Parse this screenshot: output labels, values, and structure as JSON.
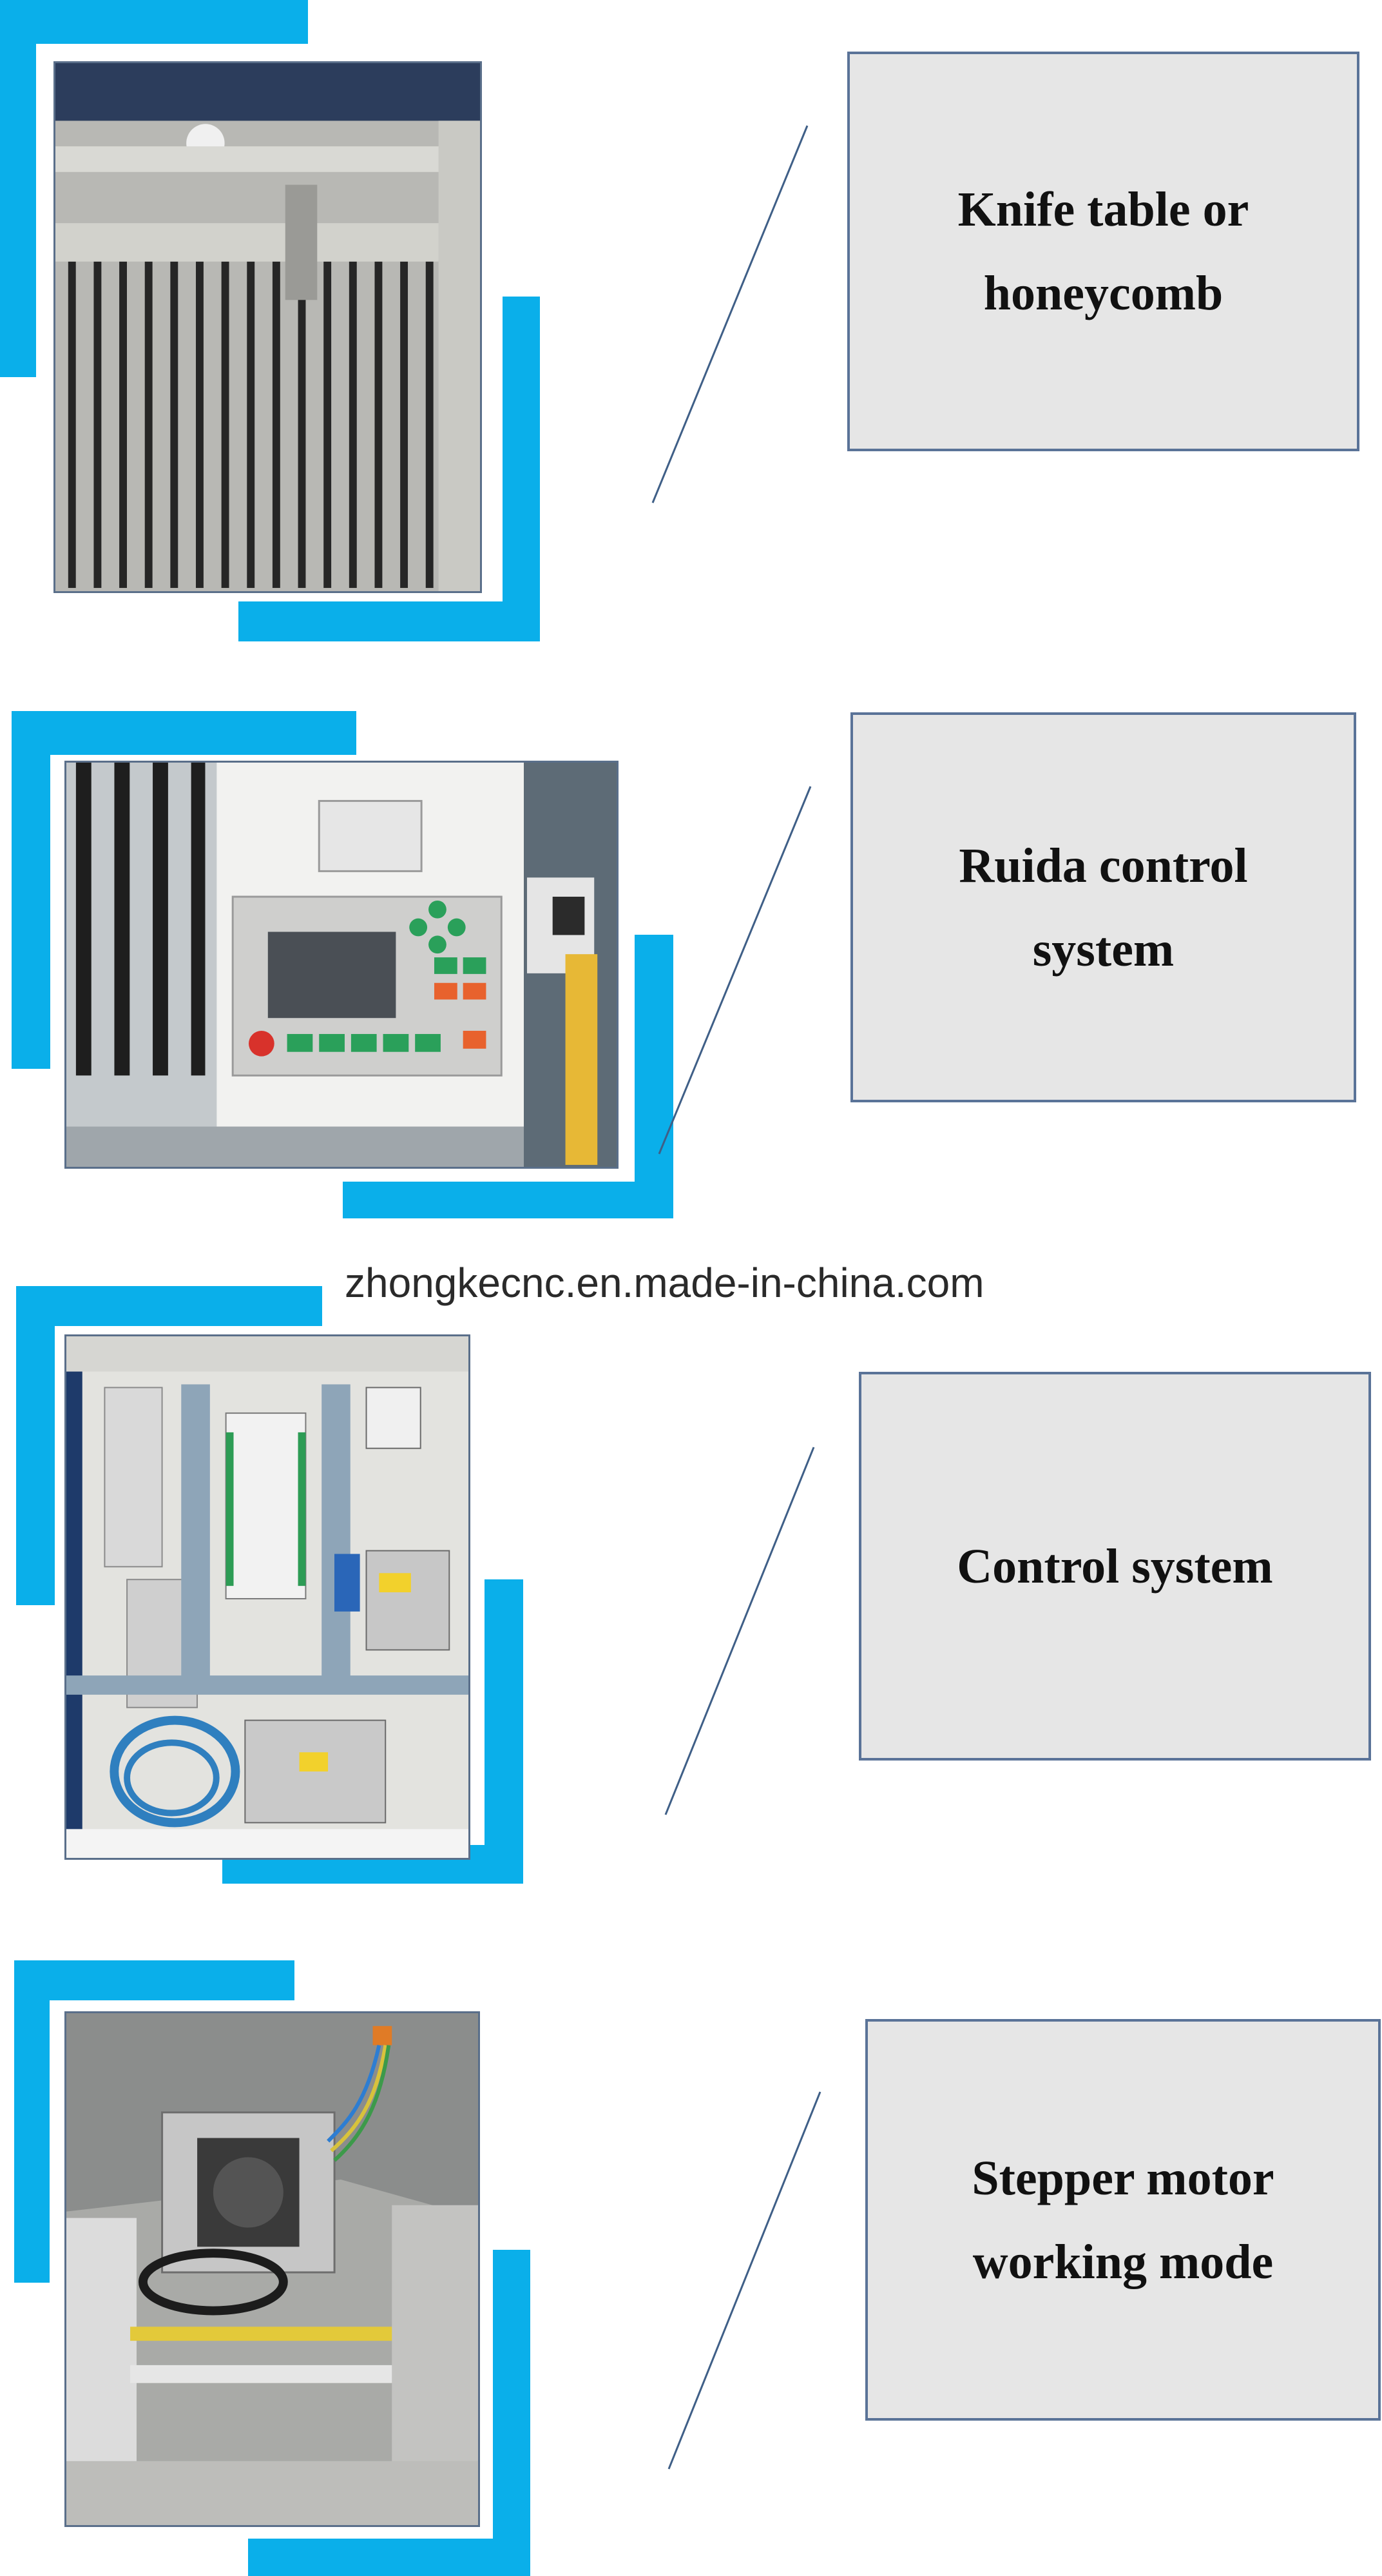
{
  "colors": {
    "accent": "#0aafea",
    "box_fill": "#e6e6e6",
    "box_border": "#5a7398",
    "connector": "#3f5f87"
  },
  "watermark": "zhongkecnc.en.made-in-china.com",
  "features": [
    {
      "label": "Knife table or\nhoneycomb",
      "photo": "knife-table-photo"
    },
    {
      "label": "Ruida control\nsystem",
      "photo": "ruida-panel-photo"
    },
    {
      "label": "Control system",
      "photo": "control-cabinet-photo"
    },
    {
      "label": "Stepper motor\nworking mode",
      "photo": "stepper-motor-photo"
    }
  ]
}
